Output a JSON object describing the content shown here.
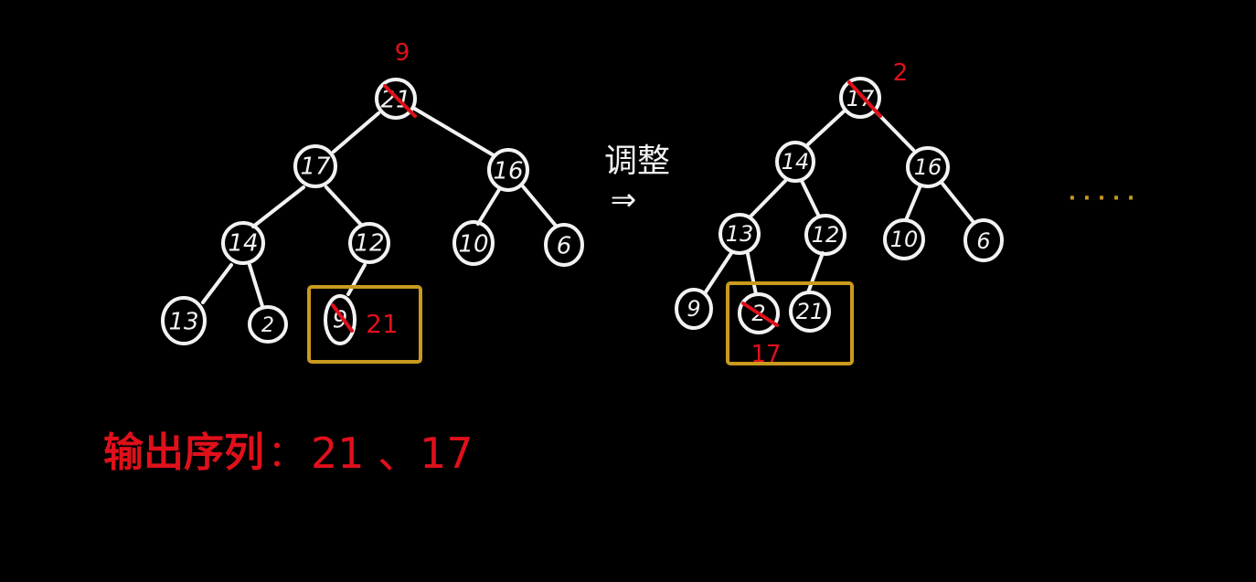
{
  "colors": {
    "background": "#000000",
    "chalk": "#f2f2f2",
    "annotation": "#e0101b",
    "box": "#c99a1e"
  },
  "tree1": {
    "nodes": [
      "21",
      "17",
      "16",
      "14",
      "12",
      "10",
      "6",
      "13",
      "2",
      "9"
    ],
    "root_replacement": "9",
    "swapped_in": "21"
  },
  "adjust_label": "调整",
  "arrow": "⇒",
  "tree2": {
    "nodes": [
      "17",
      "14",
      "16",
      "13",
      "12",
      "10",
      "6",
      "9",
      "2",
      "21"
    ],
    "root_replacement": "2",
    "crossed_leaf_replacement": "17"
  },
  "ellipsis": "· · · · ·",
  "output": {
    "label": "输出序列",
    "separator": "：",
    "sequence": "21 、17"
  }
}
